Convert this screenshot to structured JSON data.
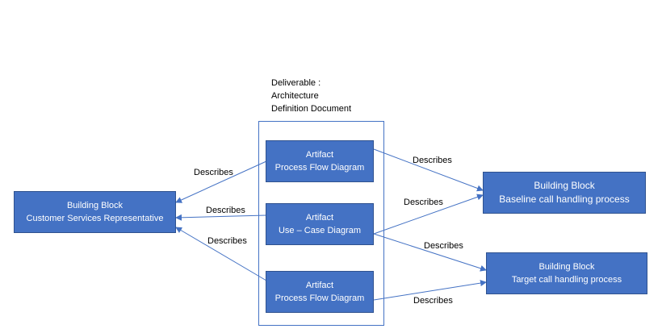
{
  "deliverable": {
    "line1": "Deliverable :",
    "line2": "Architecture",
    "line3": "Definition Document"
  },
  "artifacts": [
    {
      "title": "Artifact",
      "name": "Process Flow Diagram"
    },
    {
      "title": "Artifact",
      "name": "Use – Case Diagram"
    },
    {
      "title": "Artifact",
      "name": "Process Flow Diagram"
    }
  ],
  "building_blocks": {
    "csr": {
      "title": "Building Block",
      "name": "Customer Services Representative"
    },
    "baseline": {
      "title": "Building Block",
      "name": "Baseline call handling process"
    },
    "target": {
      "title": "Building Block",
      "name": "Target call handling process"
    }
  },
  "edges": [
    {
      "label": "Describes",
      "from": "artifact-1",
      "to": "csr"
    },
    {
      "label": "Describes",
      "from": "artifact-2",
      "to": "csr"
    },
    {
      "label": "Describes",
      "from": "artifact-3",
      "to": "csr"
    },
    {
      "label": "Describes",
      "from": "artifact-1",
      "to": "baseline"
    },
    {
      "label": "Describes",
      "from": "artifact-2",
      "to": "baseline"
    },
    {
      "label": "Describes",
      "from": "artifact-2",
      "to": "target"
    },
    {
      "label": "Describes",
      "from": "artifact-3",
      "to": "target"
    }
  ],
  "colors": {
    "box_fill": "#4472c4",
    "line": "#4472c4",
    "text_on_box": "#ffffff"
  }
}
